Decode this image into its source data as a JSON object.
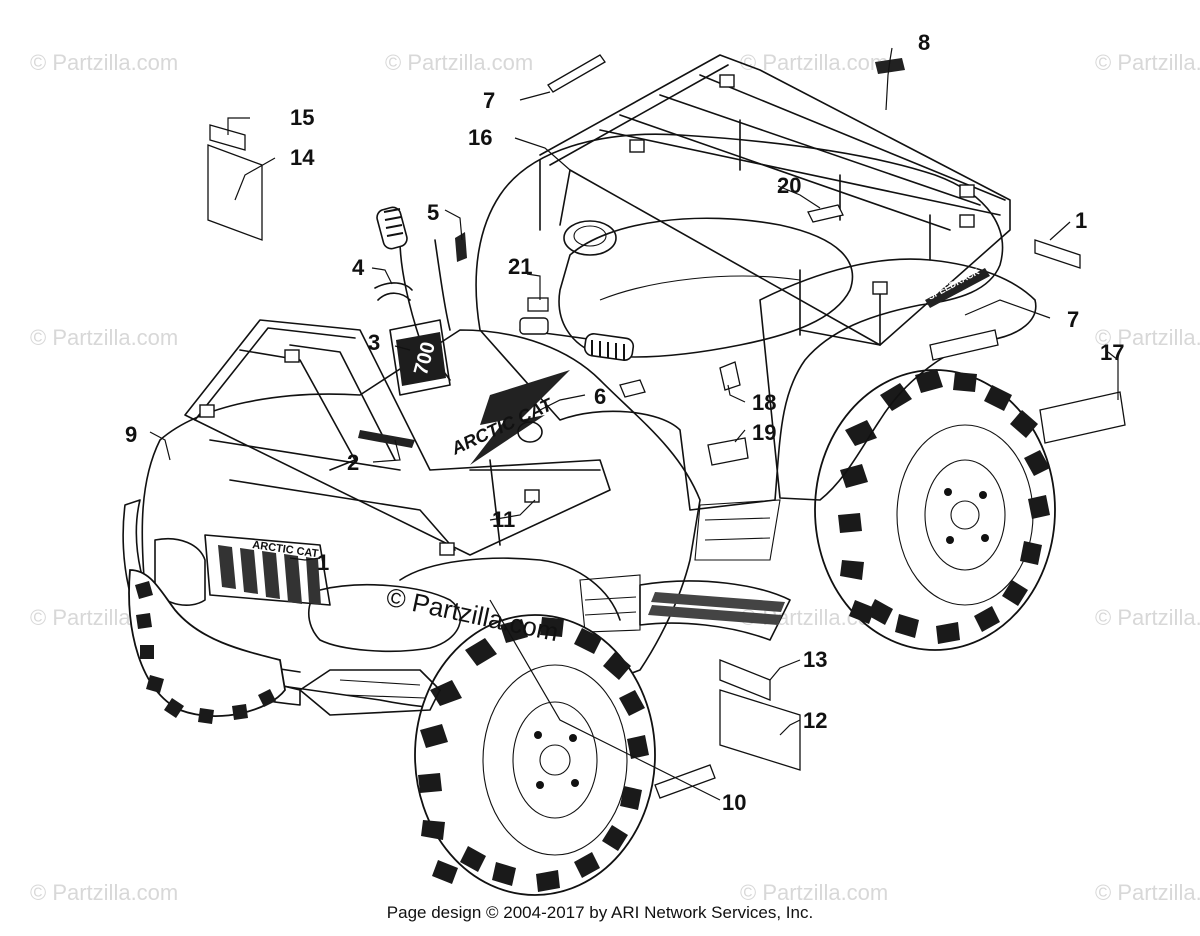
{
  "watermark": {
    "text": "© Partzilla.com"
  },
  "footer": {
    "text": "Page design © 2004-2017 by ARI Network Services, Inc."
  },
  "decals": {
    "front_hood_logo": "ARCTIC CAT",
    "side_logo": "ARCTIC CAT",
    "rear_rack_logo": "SPEEDRACK",
    "dash_badge": "700"
  },
  "callouts": [
    "1",
    "2",
    "3",
    "4",
    "5",
    "6",
    "7",
    "8",
    "9",
    "10",
    "11",
    "12",
    "13",
    "14",
    "15",
    "16",
    "17",
    "18",
    "19",
    "20",
    "21",
    "1",
    "7"
  ]
}
